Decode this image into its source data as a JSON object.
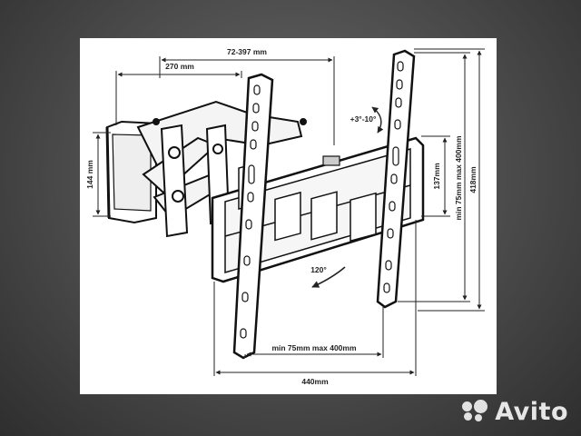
{
  "diagram": {
    "dim_span": "72-397 mm",
    "dim_arm_depth": "270 mm",
    "dim_wall_plate_height": "144 mm",
    "tilt": "+3°-10°",
    "dim_center_height": "137mm",
    "dim_vesa_vertical": "min 75mm max 400mm",
    "dim_total_height": "418mm",
    "swivel": "120°",
    "dim_vesa_horizontal": "min 75mm max 400mm",
    "dim_total_width": "440mm"
  },
  "watermark": {
    "text": "Avito"
  }
}
